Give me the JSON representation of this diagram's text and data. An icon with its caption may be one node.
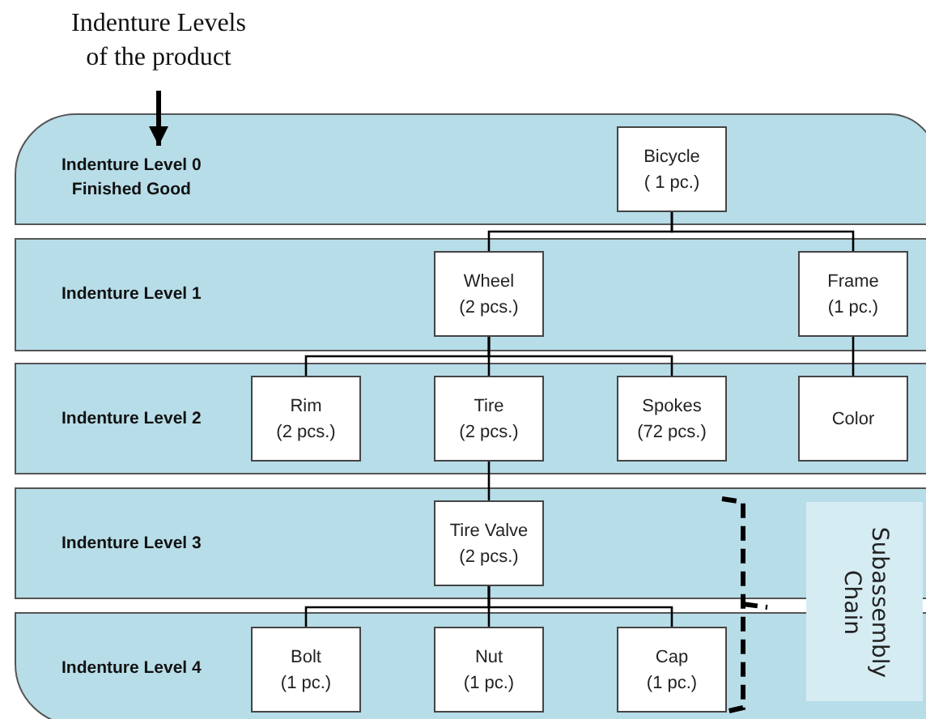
{
  "diagram": {
    "nodes": [
      {
        "text": [
          "Indenture Levels of the product"
        ]
      },
      {
        "text": [
          "Indenture Level 0",
          "Finished Good"
        ]
      },
      {
        "text": [
          "Bicycle",
          "( 1 pc.)"
        ],
        "in": 1
      },
      {
        "text": [
          "Indenture Level 1"
        ]
      },
      {
        "text": [
          "Wheel",
          "(2 pcs.)"
        ],
        "in": 3
      },
      {
        "text": [
          "Frame",
          "(1 pc.)"
        ],
        "in": 3
      },
      {
        "text": [
          "Indenture Level 2"
        ]
      },
      {
        "text": [
          "Rim",
          "(2 pcs.)"
        ],
        "in": 6
      },
      {
        "text": [
          "Tire",
          "(2 pcs.)"
        ],
        "in": 6
      },
      {
        "text": [
          "Spokes",
          "(72 pcs.)"
        ],
        "in": 6
      },
      {
        "text": [
          "Color"
        ],
        "in": 6
      },
      {
        "text": [
          "Indenture Level 3"
        ]
      },
      {
        "text": [
          "Tire Valve",
          "(2 pcs.)"
        ],
        "in": 11
      },
      {
        "text": [
          "Indenture Level 4"
        ]
      },
      {
        "text": [
          "Bolt",
          "(1 pc.)"
        ],
        "in": 13
      },
      {
        "text": [
          "Nut",
          "(1 pc.)"
        ],
        "in": 13
      },
      {
        "text": [
          "Cap",
          "(1 pc.)"
        ],
        "in": 13
      },
      {
        "text": [
          "Subassembly Chain"
        ]
      }
    ],
    "edges": [
      {
        "from": 0,
        "to": 1,
        "arrow": "to",
        "style": "thick"
      },
      {
        "from": 2,
        "to": 4,
        "arrow": "none"
      },
      {
        "from": 2,
        "to": 5,
        "arrow": "none"
      },
      {
        "from": 4,
        "to": 7,
        "arrow": "none"
      },
      {
        "from": 4,
        "to": 8,
        "arrow": "none"
      },
      {
        "from": 4,
        "to": 9,
        "arrow": "none"
      },
      {
        "from": 5,
        "to": 10,
        "arrow": "none"
      },
      {
        "from": 8,
        "to": 12,
        "arrow": "none"
      },
      {
        "from": 12,
        "to": 14,
        "arrow": "none"
      },
      {
        "from": 12,
        "to": 15,
        "arrow": "none"
      },
      {
        "from": 12,
        "to": 16,
        "arrow": "none"
      }
    ]
  }
}
